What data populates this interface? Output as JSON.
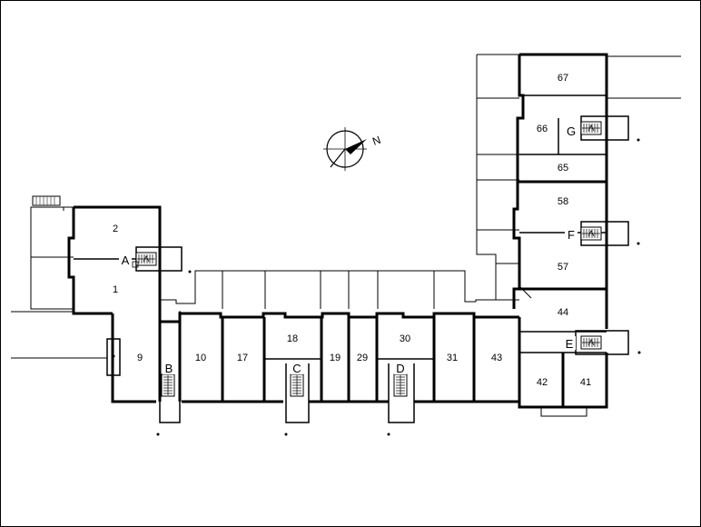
{
  "rooms": {
    "r1": "1",
    "r2": "2",
    "r9": "9",
    "r10": "10",
    "r17": "17",
    "r18": "18",
    "r19": "19",
    "r29": "29",
    "r30": "30",
    "r31": "31",
    "r43": "43",
    "r41": "41",
    "r42": "42",
    "r44": "44",
    "r57": "57",
    "r58": "58",
    "r65": "65",
    "r66": "66",
    "r67": "67"
  },
  "stairs": {
    "A": "A",
    "B": "B",
    "C": "C",
    "D": "D",
    "E": "E",
    "F": "F",
    "G": "G"
  },
  "compass": {
    "north_letter": "N",
    "icon": "compass-icon"
  }
}
